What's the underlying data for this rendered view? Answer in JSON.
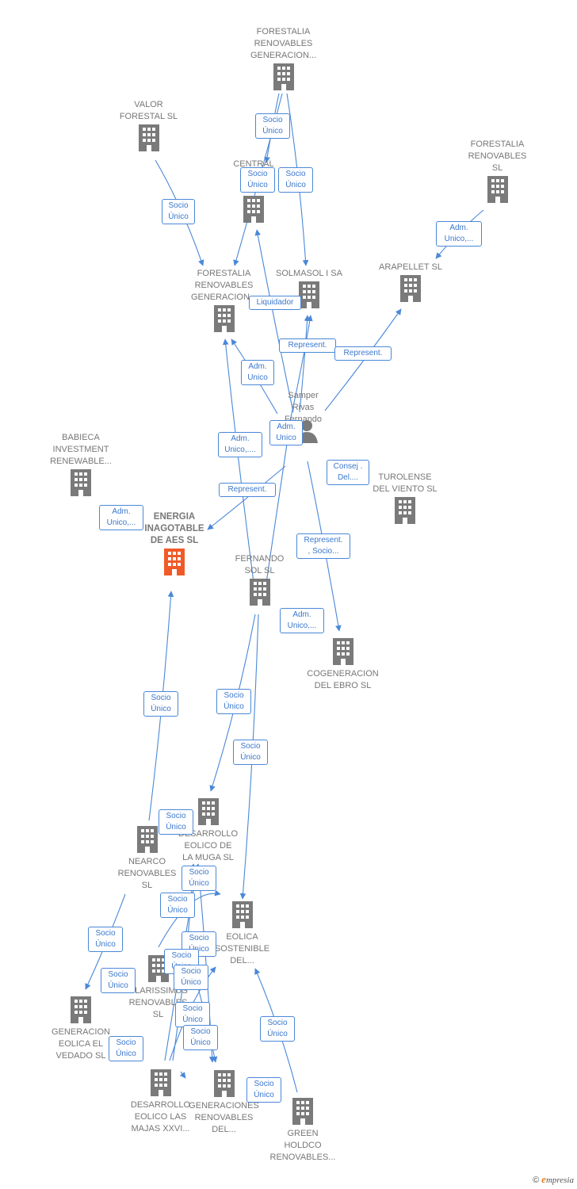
{
  "colors": {
    "edge": "#4a88d8",
    "building": "#7a7a7a",
    "focus": "#f05a28",
    "person": "#7a7a7a",
    "label": "#777777"
  },
  "nodes": [
    {
      "id": "forestalia_top",
      "label": "FORESTALIA\nRENOVABLES\nGENERACION...",
      "icon": "building-icon"
    },
    {
      "id": "valor",
      "label": "VALOR\nFORESTAL SL",
      "icon": "building-icon"
    },
    {
      "id": "forestalia_sl",
      "label": "FORESTALIA\nRENOVABLES\nSL",
      "icon": "building-icon"
    },
    {
      "id": "central",
      "label": "CENTRAL\n\nBIO...",
      "icon": "building-icon"
    },
    {
      "id": "forestalia_mid",
      "label": "FORESTALIA\nRENOVABLES\nGENERACION...",
      "icon": "building-icon"
    },
    {
      "id": "solmasol",
      "label": "SOLMASOL I SA",
      "icon": "building-icon"
    },
    {
      "id": "arapellet",
      "label": "ARAPELLET  SL",
      "icon": "building-icon"
    },
    {
      "id": "samper",
      "label": "Samper\nRivas\nFernando",
      "icon": "person-icon"
    },
    {
      "id": "babieca",
      "label": "BABIECA\nINVESTMENT\nRENEWABLE...",
      "icon": "building-icon"
    },
    {
      "id": "energia",
      "label": "ENERGIA\nINAGOTABLE\nDE AES  SL",
      "icon": "building-icon-focus"
    },
    {
      "id": "turolense",
      "label": "TUROLENSE\nDEL VIENTO SL",
      "icon": "building-icon"
    },
    {
      "id": "fernando_sol",
      "label": "FERNANDO\nSOL SL",
      "icon": "building-icon"
    },
    {
      "id": "cogeneracion",
      "label": "COGENERACION\nDEL EBRO  SL",
      "icon": "building-icon"
    },
    {
      "id": "desarrollo_muga",
      "label": "DESARROLLO\nEOLICO DE\nLA MUGA SL",
      "icon": "building-icon"
    },
    {
      "id": "nearco",
      "label": "NEARCO\nRENOVABLES\nSL",
      "icon": "building-icon"
    },
    {
      "id": "eolica_sost",
      "label": "EOLICA\nSOSTENIBLE\nDEL...",
      "icon": "building-icon"
    },
    {
      "id": "clarissimus",
      "label": "CLARISSIMUS\nRENOVABLES\nSL",
      "icon": "building-icon"
    },
    {
      "id": "generacion_vedado",
      "label": "GENERACION\nEOLICA EL\nVEDADO SL",
      "icon": "building-icon"
    },
    {
      "id": "desarrollo_majas",
      "label": "DESARROLLO\nEOLICO LAS\nMAJAS XXVI...",
      "icon": "building-icon"
    },
    {
      "id": "generaciones_ren",
      "label": "GENERACIONES\nRENOVABLES\nDEL...",
      "icon": "building-icon"
    },
    {
      "id": "green_holdco",
      "label": "GREEN\nHOLDCO\nRENOVABLES...",
      "icon": "building-icon"
    }
  ],
  "relations": [
    "Socio\nÚnico",
    "Socio\nÚnico",
    "Socio\nÚnico",
    "Socio\nÚnico",
    "Adm.\nUnico,...",
    "Liquidador",
    "Represent.",
    "Represent.",
    "Adm.\nUnico",
    "Adm.\nUnico",
    "Adm.\nUnico,....",
    "Consej .\nDel....",
    "Represent.",
    "Adm.\nUnico,...",
    "Represent.\n, Socio...",
    "Adm.\nUnico,...",
    "Socio\nÚnico",
    "Socio\nÚnico",
    "Socio\nÚnico",
    "Socio\nÚnico",
    "Socio\nÚnico",
    "Socio\nÚnico",
    "Socio\nÚnico",
    "Socio\nÚnico",
    "Socio\nÚnico",
    "Socio\nÚnico",
    "Socio\nÚnico",
    "Socio\nÚnico",
    "Socio\nÚnico",
    "Socio\nÚnico",
    "Socio\nÚnico",
    "Socio\nÚnico"
  ],
  "footer": {
    "copyright": "©",
    "brand_initial": "e",
    "brand_rest": "mpresia"
  }
}
